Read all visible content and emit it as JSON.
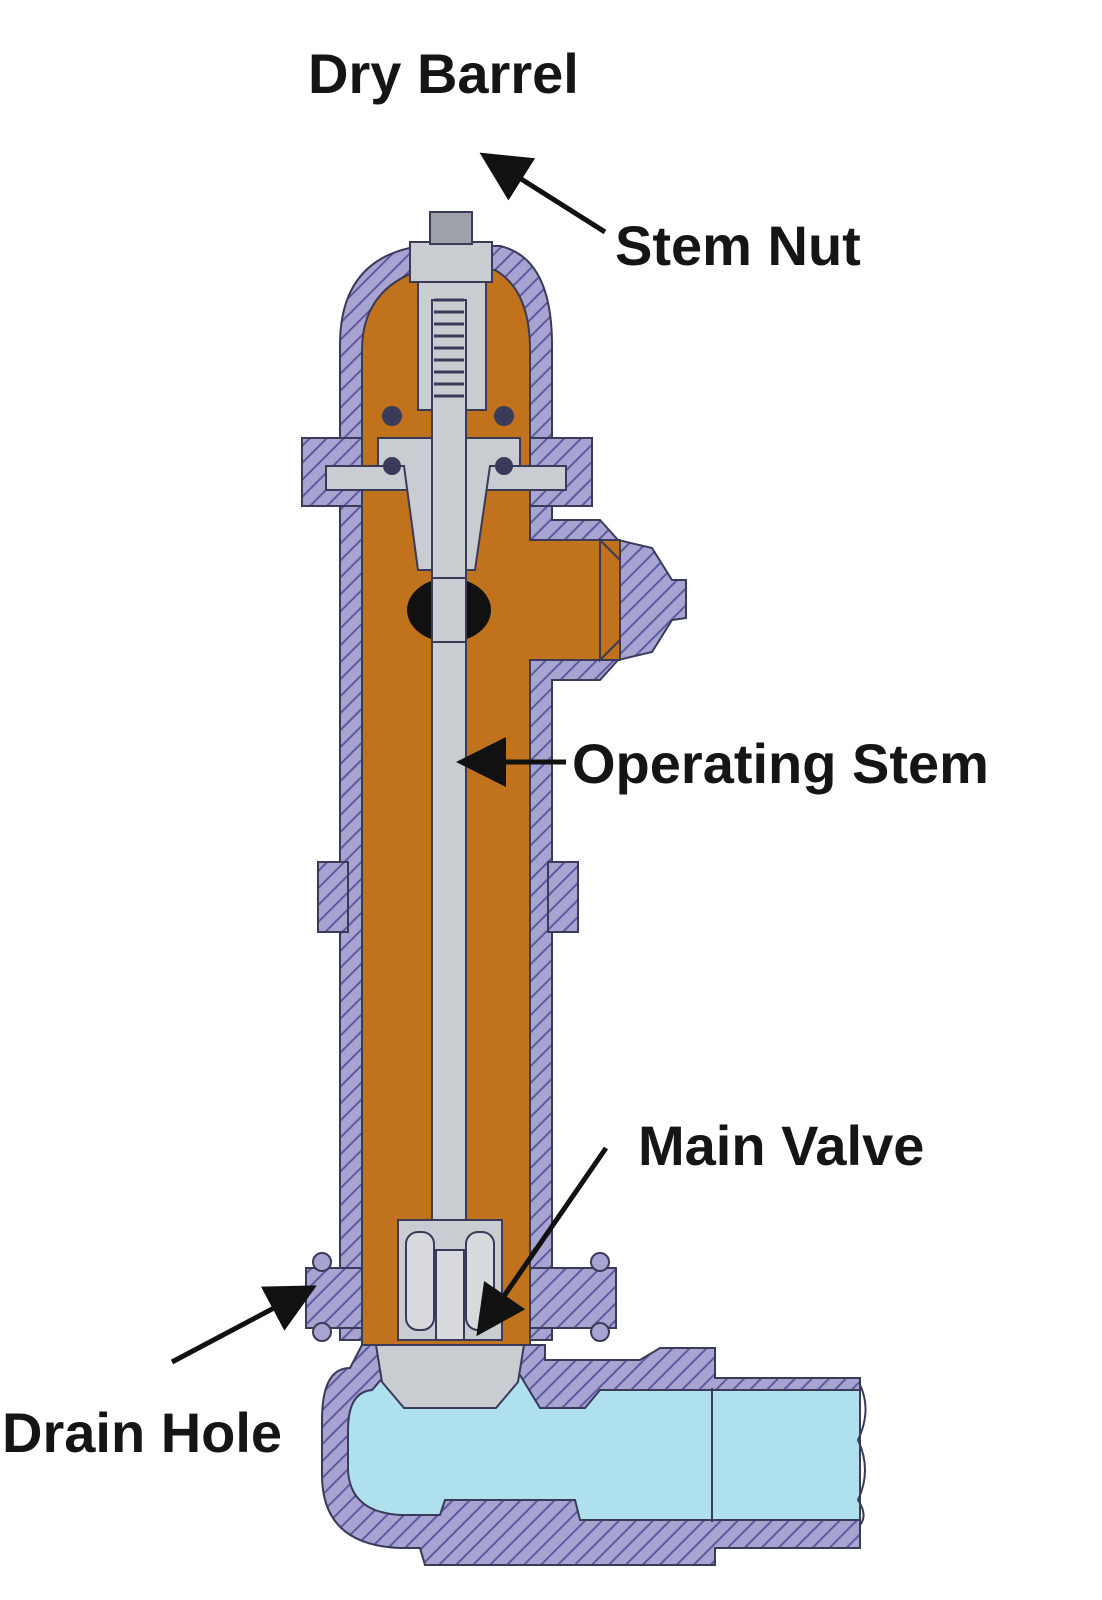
{
  "title": "Dry Barrel",
  "labels": {
    "stem_nut": "Stem Nut",
    "operating_stem": "Operating Stem",
    "main_valve": "Main Valve",
    "drain_hole": "Drain Hole"
  },
  "colors": {
    "casing": "#a8a4d2",
    "casing_hatch": "#5e5aa0",
    "interior": "#c0731c",
    "stem": "#c9ccd0",
    "water": "#aee0ee",
    "outline": "#3a3a5a",
    "seal": "#111111"
  }
}
